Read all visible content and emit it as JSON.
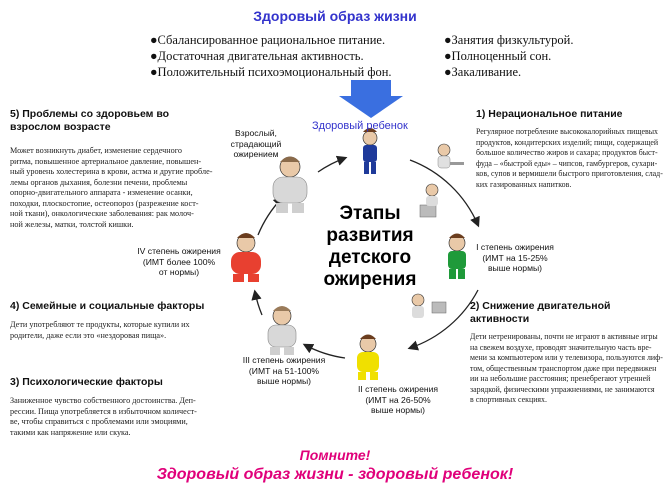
{
  "title": "Здоровый образ жизни",
  "bullets_left": [
    "●Сбалансированное рациональное питание.",
    "●Достаточная двигательная активность.",
    "●Положительный психоэмоциональный фон."
  ],
  "bullets_right": [
    "●Занятия физкультурой.",
    "●Полноценный сон.",
    "●Закаливание."
  ],
  "center": {
    "title_lines": [
      "Этапы",
      "развития",
      "детского",
      "ожирения"
    ],
    "healthy_child": "Здоровый ребенок"
  },
  "stages": {
    "stage1": [
      "I степень ожирения",
      "(ИМТ на 15-25%",
      "выше нормы)"
    ],
    "stage2": [
      "II степень ожирения",
      "(ИМТ на 26-50%",
      "выше нормы)"
    ],
    "stage3": [
      "III степень ожирения",
      "(ИМТ на 51-100%",
      "выше нормы)"
    ],
    "stage4": [
      "IV степень ожирения",
      "(ИМТ более 100%",
      "от нормы)"
    ],
    "adult": [
      "Взрослый,",
      "страдающий",
      "ожирением"
    ]
  },
  "sections": {
    "s1": {
      "title": "1) Нерациональное питание",
      "lines": [
        "Регулярное потребление высококалорийных пищевых",
        "продуктов, кондитерских изделий; пищи, содержащей",
        "большое количество жиров и сахара; продуктов быст-",
        "фуда – «быстрой еды» – чипсов, гамбургеров, сухари-",
        "ков, супов и вермишели быстрого приготовления, слад-",
        "ких газированных напитков."
      ]
    },
    "s2": {
      "title": "2) Снижение двигательной активности",
      "lines": [
        "Дети нетренированы, почти не играют в активные игры",
        "на свежем воздухе, проводят значительную часть вре-",
        "мени за компьютером или у телевизора, пользуются лиф-",
        "том, общественным транспортом даже при передвижен",
        "ии на небольшие расстояния; пренебрегают утренней",
        "зарядкой, физическими упражнениями, не занимаются",
        "в спортивных секциях."
      ]
    },
    "s3": {
      "title": "3) Психологические факторы",
      "lines": [
        "Заниженное чувство собственного достоинства. Деп-",
        "рессии. Пища употребляется в избыточном количест-",
        "ве, чтобы справиться с проблемами или эмоциями,",
        "такими как напряжение или скука."
      ]
    },
    "s4": {
      "title": "4) Семейные и социальные факторы",
      "lines": [
        "Дети употребляют те продукты, которые купили их",
        "родители, даже если это «нездоровая пища»."
      ]
    },
    "s5": {
      "title_lines": [
        "5) Проблемы со здоровьем во",
        "взрослом возрасте"
      ],
      "lines": [
        "Может возникнуть диабет, изменение сердечного",
        "ритма, повышенное артериальное давление, повышен-",
        "ный уровень холестерина в крови, астма и другие пробле-",
        "лемы органов дыхания, болезни печени, проблемы",
        "опорно-двигательного аппарата - изменение осанки,",
        "походки, плоскостопие, остеопороз (разрежение кост-",
        "ной ткани), онкологические заболевания: рак молоч-",
        "ной железы, матки, толстой кишки."
      ]
    }
  },
  "footer": {
    "remember": "Помните!",
    "slogan": "Здоровый образ жизни - здоровый ребенок!"
  },
  "colors": {
    "title": "#3333cc",
    "accent": "#e0007a",
    "arrow": "#3a6fe0",
    "child_blue": "#1f3a9a",
    "child_green": "#1f9a3a",
    "child_yellow": "#f0e000",
    "child_red": "#e84030"
  }
}
